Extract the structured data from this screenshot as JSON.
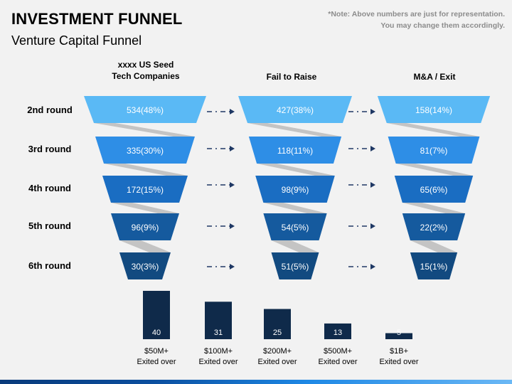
{
  "header": {
    "title": "INVESTMENT FUNNEL",
    "subtitle": "Venture Capital Funnel",
    "note_line1": "*Note: Above numbers are just for representation.",
    "note_line2": "You may change them accordingly."
  },
  "columns": {
    "seed_line1": "xxxx  US Seed",
    "seed_line2": "Tech Companies",
    "fail": "Fail to Raise",
    "exit": "M&A / Exit"
  },
  "rows": [
    "2nd round",
    "3rd round",
    "4th round",
    "5th round",
    "6th round"
  ],
  "funnel_values": {
    "seed": [
      "534(48%)",
      "335(30%)",
      "172(15%)",
      "96(9%)",
      "30(3%)"
    ],
    "fail": [
      "427(38%)",
      "118(11%)",
      "98(9%)",
      "54(5%)",
      "51(5%)"
    ],
    "exit": [
      "158(14%)",
      "81(7%)",
      "65(6%)",
      "22(2%)",
      "15(1%)"
    ]
  },
  "colors": {
    "tier1": "#5ab9f5",
    "tier2": "#2e8ee6",
    "tier3": "#1a6dc2",
    "tier4": "#155a9e",
    "tier5": "#124a80",
    "connector": "#c4c4c4",
    "arrow": "#1f3864",
    "exit_bar": "#0f2a4a"
  },
  "chart_data": {
    "type": "bar",
    "categories": [
      "$50M+ Exited over",
      "$100M+ Exited over",
      "$200M+ Exited over",
      "$500M+ Exited over",
      "$1B+ Exited over"
    ],
    "values": [
      40,
      31,
      25,
      13,
      5
    ],
    "labels_line1": [
      "$50M+",
      "$100M+",
      "$200M+",
      "$500M+",
      "$1B+"
    ],
    "labels_line2": [
      "Exited over",
      "Exited over",
      "Exited over",
      "Exited over",
      "Exited over"
    ]
  }
}
